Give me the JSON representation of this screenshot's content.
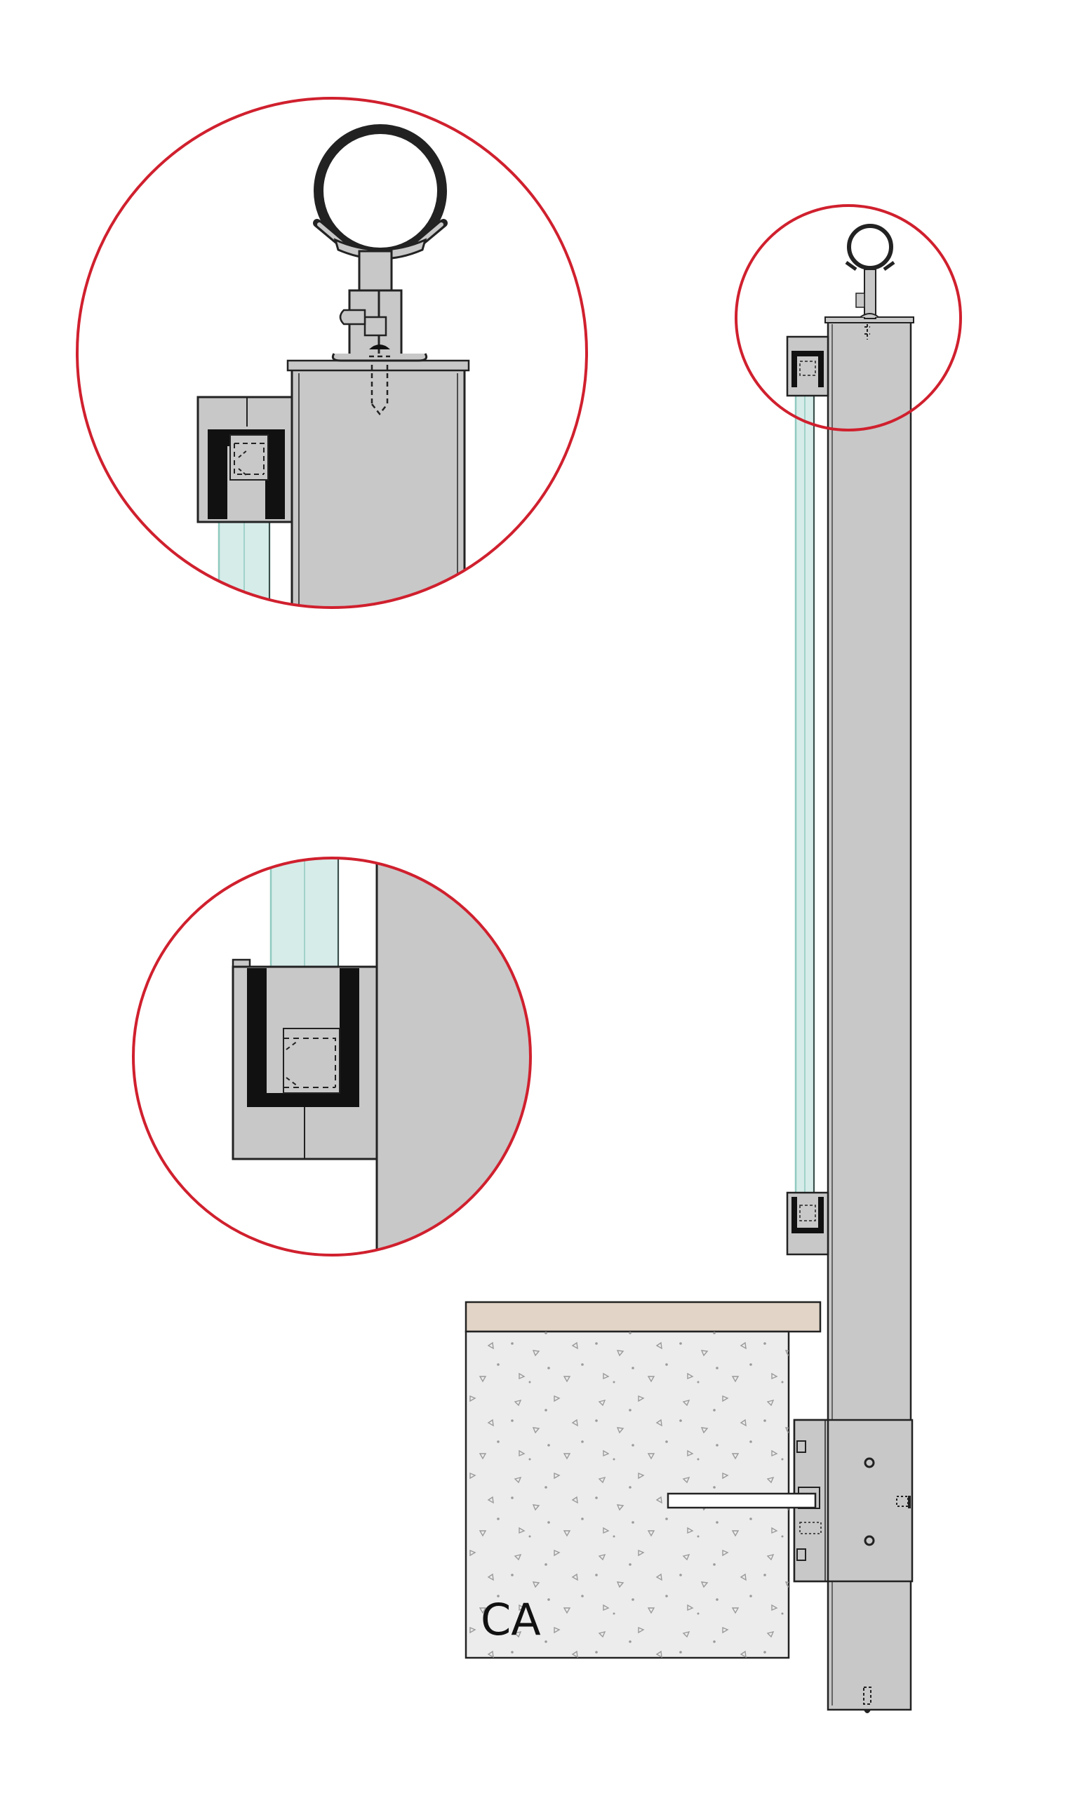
{
  "diagram": {
    "substrate_label": "CA",
    "colors": {
      "post": "#c8c8c8",
      "glass": "#d6ece9",
      "glass_edge": "#8fc9bf",
      "gasket": "#111111",
      "concrete": "#ececec",
      "finish_layer": "#e2d4c6",
      "detail_circle": "#d0202e",
      "line": "#222222"
    },
    "components": [
      "handrail-tube",
      "handrail-bracket",
      "steel-post",
      "glass-panel",
      "glass-clamp-top",
      "glass-clamp-bottom",
      "base-plate",
      "anchor-bolt",
      "concrete-slab",
      "floor-finish"
    ],
    "details": [
      "detail-top-handrail",
      "detail-bottom-clamp"
    ]
  }
}
